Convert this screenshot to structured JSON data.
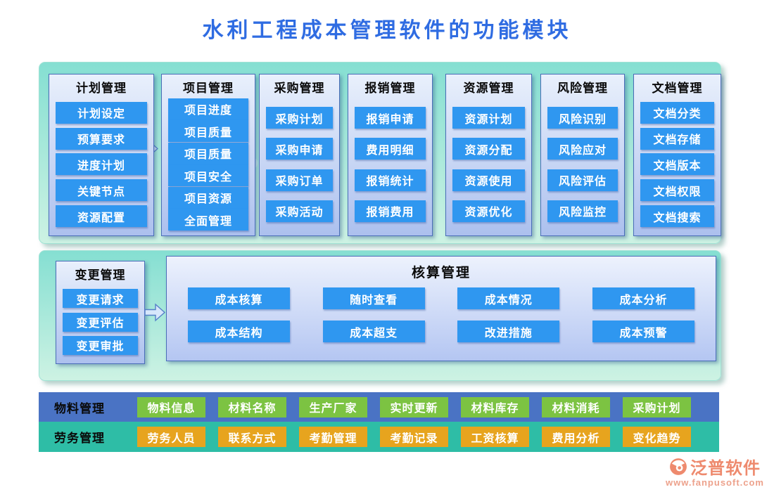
{
  "title": "水利工程成本管理软件的功能模块",
  "modules": {
    "columns": [
      {
        "header": "计划管理",
        "items": [
          "计划设定",
          "预算要求",
          "进度计划",
          "关键节点",
          "资源配置"
        ]
      },
      {
        "header": "项目管理",
        "items": [
          "项目进度",
          "项目质量",
          "项目质量",
          "项目安全",
          "项目资源",
          "全面管理"
        ]
      },
      {
        "header": "采购管理",
        "items": [
          "采购计划",
          "采购申请",
          "采购订单",
          "采购活动"
        ]
      },
      {
        "header": "报销管理",
        "items": [
          "报销申请",
          "费用明细",
          "报销统计",
          "报销费用"
        ]
      },
      {
        "header": "资源管理",
        "items": [
          "资源计划",
          "资源分配",
          "资源使用",
          "资源优化"
        ]
      },
      {
        "header": "风险管理",
        "items": [
          "风险识别",
          "风险应对",
          "风险评估",
          "风险监控"
        ]
      },
      {
        "header": "文档管理",
        "items": [
          "文档分类",
          "文档存储",
          "文档版本",
          "文档权限",
          "文档搜索"
        ]
      }
    ]
  },
  "change_panel": {
    "header": "变更管理",
    "items": [
      "变更请求",
      "变更评估",
      "变更审批"
    ]
  },
  "accounting_panel": {
    "header": "核算管理",
    "rows": [
      [
        "成本核算",
        "随时查看",
        "成本情况",
        "成本分析"
      ],
      [
        "成本结构",
        "成本超支",
        "改进措施",
        "成本预警"
      ]
    ]
  },
  "material_row": {
    "label": "物料管理",
    "items": [
      "物料信息",
      "材料名称",
      "生产厂家",
      "实时更新",
      "材料库存",
      "材料消耗",
      "采购计划"
    ]
  },
  "labor_row": {
    "label": "劳务管理",
    "items": [
      "劳务人员",
      "联系方式",
      "考勤管理",
      "考勤记录",
      "工资核算",
      "费用分析",
      "变化趋势"
    ]
  },
  "brand": {
    "name": "泛普软件",
    "url": "www.fanpusoft.com"
  },
  "colors": {
    "title_text": "#2f6ce2",
    "section_bg_top": "#85dfd2",
    "section_bg_bottom": "#cdf2e3",
    "panel_bg_top": "#e9f0fc",
    "panel_bg_bottom": "#acc0ee",
    "panel_border": "#4a6db8",
    "item_button": "#2f97f0",
    "material_bar": "#4a73c4",
    "material_button": "#7cc342",
    "labor_bar": "#2ebda6",
    "labor_button": "#e7a41e",
    "brand_color": "#ee8a6e"
  }
}
